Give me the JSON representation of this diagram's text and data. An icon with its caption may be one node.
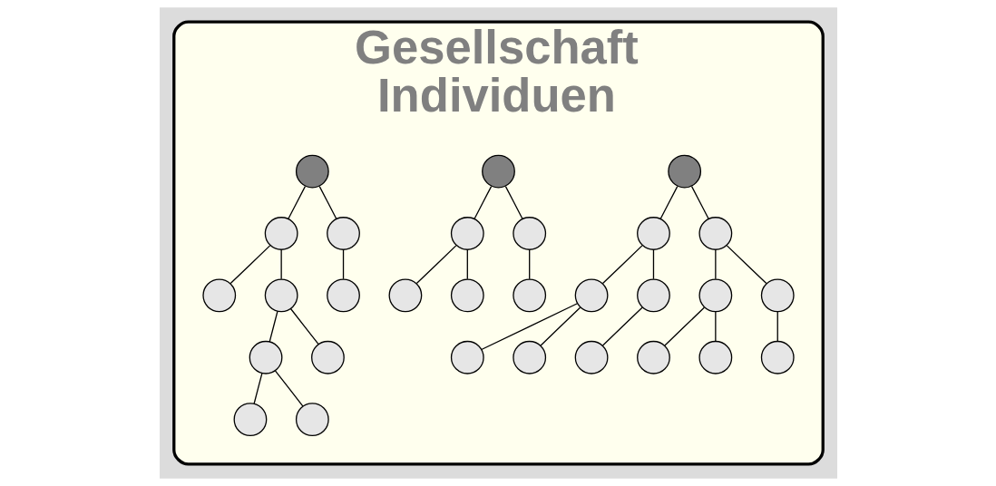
{
  "diagram": {
    "nodes": [
      {
        "text": [
          "Gesellschaft",
          "Individuen"
        ]
      },
      {
        "text": [],
        "shape": "circle",
        "in": 0
      },
      {
        "text": [],
        "shape": "circle",
        "in": 0
      },
      {
        "text": [],
        "shape": "circle",
        "in": 0
      },
      {
        "text": [],
        "shape": "circle",
        "in": 0
      },
      {
        "text": [],
        "shape": "circle",
        "in": 0
      },
      {
        "text": [],
        "shape": "circle",
        "in": 0
      },
      {
        "text": [],
        "shape": "circle",
        "in": 0
      },
      {
        "text": [],
        "shape": "circle",
        "in": 0
      },
      {
        "text": [],
        "shape": "circle",
        "in": 0
      },
      {
        "text": [],
        "shape": "circle",
        "in": 0
      },
      {
        "text": [],
        "shape": "circle",
        "in": 0
      },
      {
        "text": [],
        "shape": "circle",
        "in": 0
      },
      {
        "text": [],
        "shape": "circle",
        "in": 0
      },
      {
        "text": [],
        "shape": "circle",
        "in": 0
      },
      {
        "text": [],
        "shape": "circle",
        "in": 0
      },
      {
        "text": [],
        "shape": "circle",
        "in": 0
      },
      {
        "text": [],
        "shape": "circle",
        "in": 0
      },
      {
        "text": [],
        "shape": "circle",
        "in": 0
      },
      {
        "text": [],
        "shape": "circle",
        "in": 0
      },
      {
        "text": [],
        "shape": "circle",
        "in": 0
      },
      {
        "text": [],
        "shape": "circle",
        "in": 0
      },
      {
        "text": [],
        "shape": "circle",
        "in": 0
      },
      {
        "text": [],
        "shape": "circle",
        "in": 0
      },
      {
        "text": [],
        "shape": "circle",
        "in": 0
      },
      {
        "text": [],
        "shape": "circle",
        "in": 0
      },
      {
        "text": [],
        "shape": "circle",
        "in": 0
      },
      {
        "text": [],
        "shape": "circle",
        "in": 0
      },
      {
        "text": [],
        "shape": "circle",
        "in": 0
      },
      {
        "text": [],
        "shape": "circle",
        "in": 0
      }
    ],
    "edges": [
      {
        "from": 1,
        "to": 2,
        "arrow": "none"
      },
      {
        "from": 1,
        "to": 3,
        "arrow": "none"
      },
      {
        "from": 2,
        "to": 4,
        "arrow": "none"
      },
      {
        "from": 2,
        "to": 5,
        "arrow": "none"
      },
      {
        "from": 3,
        "to": 6,
        "arrow": "none"
      },
      {
        "from": 3,
        "to": 7,
        "arrow": "none"
      },
      {
        "from": 4,
        "to": 8,
        "arrow": "none"
      },
      {
        "from": 4,
        "to": 9,
        "arrow": "none"
      },
      {
        "from": 5,
        "to": 10,
        "arrow": "none"
      },
      {
        "from": 6,
        "to": 11,
        "arrow": "none"
      },
      {
        "from": 6,
        "to": 12,
        "arrow": "none"
      },
      {
        "from": 7,
        "to": 13,
        "arrow": "none"
      },
      {
        "from": 14,
        "to": 15,
        "arrow": "none"
      },
      {
        "from": 14,
        "to": 16,
        "arrow": "none"
      },
      {
        "from": 15,
        "to": 17,
        "arrow": "none"
      },
      {
        "from": 15,
        "to": 18,
        "arrow": "none"
      },
      {
        "from": 16,
        "to": 19,
        "arrow": "none"
      },
      {
        "from": 20,
        "to": 21,
        "arrow": "none"
      },
      {
        "from": 20,
        "to": 22,
        "arrow": "none"
      },
      {
        "from": 21,
        "to": 23,
        "arrow": "none"
      },
      {
        "from": 21,
        "to": 24,
        "arrow": "none"
      },
      {
        "from": 22,
        "to": 25,
        "arrow": "none"
      },
      {
        "from": 24,
        "to": 26,
        "arrow": "none"
      },
      {
        "from": 24,
        "to": 27,
        "arrow": "none"
      },
      {
        "from": 26,
        "to": 28,
        "arrow": "none"
      },
      {
        "from": 26,
        "to": 29,
        "arrow": "none"
      }
    ]
  }
}
